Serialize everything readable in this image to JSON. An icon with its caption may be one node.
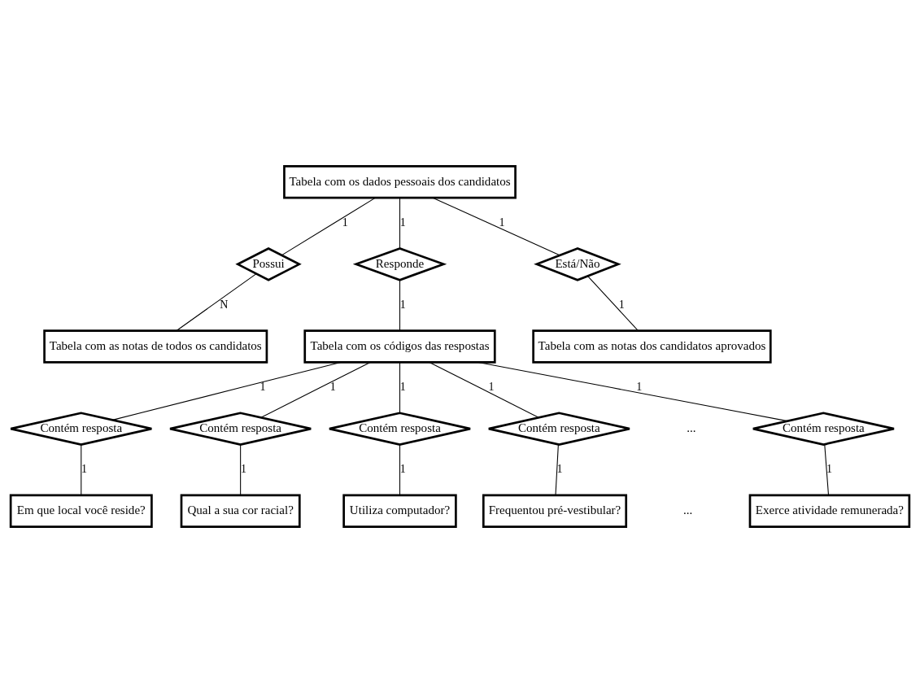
{
  "diagram": {
    "nodes": [
      {
        "text": [
          "Tabela com os dados pessoais dos candidatos"
        ]
      },
      {
        "text": [
          "Possui"
        ]
      },
      {
        "text": [
          "Responde"
        ]
      },
      {
        "text": [
          "Está/Não"
        ]
      },
      {
        "text": [
          "Tabela com as notas de todos os candidatos"
        ]
      },
      {
        "text": [
          "Tabela com os códigos das respostas"
        ]
      },
      {
        "text": [
          "Tabela com as notas dos candidatos aprovados"
        ]
      },
      {
        "text": [
          "Contém resposta"
        ]
      },
      {
        "text": [
          "Contém resposta"
        ]
      },
      {
        "text": [
          "Contém resposta"
        ]
      },
      {
        "text": [
          "Contém resposta"
        ]
      },
      {
        "text": [
          "Contém resposta"
        ]
      },
      {
        "text": [
          "Em que local você reside?"
        ]
      },
      {
        "text": [
          "Qual a sua cor racial?"
        ]
      },
      {
        "text": [
          "Utiliza computador?"
        ]
      },
      {
        "text": [
          "Frequentou pré-vestibular?"
        ]
      },
      {
        "text": [
          "Exerce atividade remunerada?"
        ]
      }
    ],
    "edges": [
      {
        "from": 0,
        "to": 1,
        "arrow": "none",
        "label": "1"
      },
      {
        "from": 0,
        "to": 2,
        "arrow": "none",
        "label": "1"
      },
      {
        "from": 0,
        "to": 3,
        "arrow": "none",
        "label": "1"
      },
      {
        "from": 1,
        "to": 4,
        "arrow": "none",
        "label": "N"
      },
      {
        "from": 2,
        "to": 5,
        "arrow": "none",
        "label": "1"
      },
      {
        "from": 3,
        "to": 6,
        "arrow": "none",
        "label": "1"
      },
      {
        "from": 5,
        "to": 7,
        "arrow": "none",
        "label": "1"
      },
      {
        "from": 5,
        "to": 8,
        "arrow": "none",
        "label": "1"
      },
      {
        "from": 5,
        "to": 9,
        "arrow": "none",
        "label": "1"
      },
      {
        "from": 5,
        "to": 10,
        "arrow": "none",
        "label": "1"
      },
      {
        "from": 5,
        "to": 11,
        "arrow": "none",
        "label": "1"
      },
      {
        "from": 7,
        "to": 12,
        "arrow": "none",
        "label": "1"
      },
      {
        "from": 8,
        "to": 13,
        "arrow": "none",
        "label": "1"
      },
      {
        "from": 9,
        "to": 14,
        "arrow": "none",
        "label": "1"
      },
      {
        "from": 10,
        "to": 15,
        "arrow": "none",
        "label": "1"
      },
      {
        "from": 11,
        "to": 16,
        "arrow": "none",
        "label": "1"
      }
    ],
    "labels": [
      "...",
      "..."
    ]
  }
}
